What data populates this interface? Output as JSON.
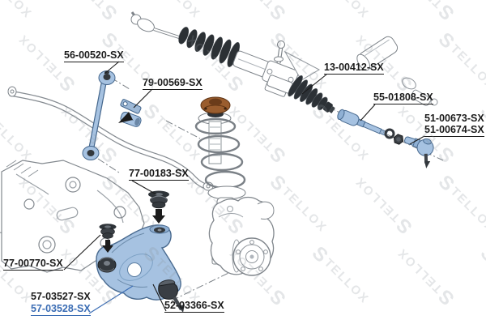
{
  "watermark": {
    "text": "STELLOX"
  },
  "diagram_type": "exploded-parts-diagram-front-suspension-and-steering",
  "parts": [
    {
      "number": "56-00520-SX",
      "name": "stabilizer-link"
    },
    {
      "number": "79-00569-SX",
      "name": "stabilizer-bushing-bracket"
    },
    {
      "number": "13-00412-SX",
      "name": "steering-rack-boot"
    },
    {
      "number": "55-01808-SX",
      "name": "inner-tie-rod"
    },
    {
      "number": "51-00673-SX",
      "name": "tie-rod-end-variant-1"
    },
    {
      "number": "51-00674-SX",
      "name": "tie-rod-end-variant-2"
    },
    {
      "number": "77-00183-SX",
      "name": "control-arm-rear-bushing"
    },
    {
      "number": "77-00770-SX",
      "name": "control-arm-front-bushing"
    },
    {
      "number": "57-03527-SX",
      "name": "control-arm-variant-1"
    },
    {
      "number": "57-03528-SX",
      "name": "control-arm-variant-2-highlighted"
    },
    {
      "number": "52-03366-SX",
      "name": "ball-joint"
    }
  ],
  "colors": {
    "highlight_label": "#3a6cb4",
    "label": "#1b1b1b",
    "part_blue": "#a6c2e1",
    "part_blue_stroke": "#4a6b90",
    "part_dark": "#33383d",
    "top_mount_brown": "#9a5d2e",
    "outline_gray": "#80868c",
    "watermark_gray": "#8a9198"
  }
}
